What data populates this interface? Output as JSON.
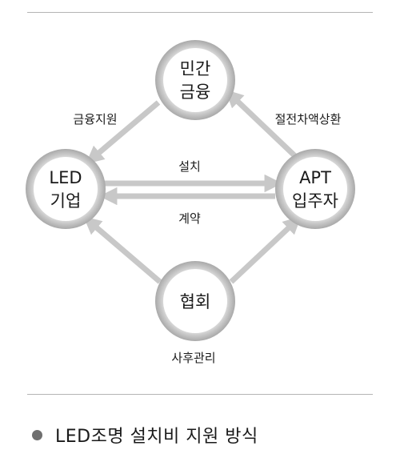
{
  "nodes": {
    "finance": {
      "line1": "민간",
      "line2": "금융"
    },
    "led": {
      "line1": "LED",
      "line2": "기업"
    },
    "apt": {
      "line1": "APT",
      "line2": "입주자"
    },
    "assoc": {
      "line1": "협회"
    }
  },
  "edges": {
    "finance_support": "금융지원",
    "savings_repay": "절전차액상환",
    "install": "설치",
    "contract": "계약",
    "after_service": "사후관리"
  },
  "caption": "LED조명 설치비 지원 방식",
  "colors": {
    "arrow": "#c8c8c8",
    "ring_outer": "#bdbdbd",
    "ring_inner": "#ffffff",
    "rule": "#b4b4b4",
    "bullet": "#6f6f6f"
  }
}
